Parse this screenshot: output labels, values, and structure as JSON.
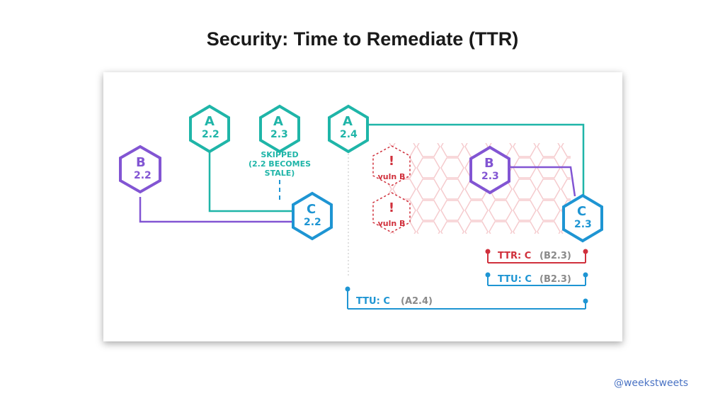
{
  "title": "Security: Time to Remediate (TTR)",
  "handle": "@weekstweets",
  "colors": {
    "teal": "#1fb5a8",
    "blue": "#1e95d3",
    "purple": "#8255d3",
    "red": "#d0303c",
    "red_faint": "#f4c5c8",
    "grey": "#666666"
  },
  "nodes": {
    "b22": {
      "letter": "B",
      "version": "2.2"
    },
    "a22": {
      "letter": "A",
      "version": "2.2"
    },
    "a23": {
      "letter": "A",
      "version": "2.3"
    },
    "a24": {
      "letter": "A",
      "version": "2.4"
    },
    "c22": {
      "letter": "C",
      "version": "2.2"
    },
    "b23": {
      "letter": "B",
      "version": "2.3"
    },
    "c23": {
      "letter": "C",
      "version": "2.3"
    }
  },
  "skipped": [
    "SKIPPED",
    "(2.2 BECOMES",
    "STALE)"
  ],
  "vuln": {
    "mark": "!",
    "label": "vuln B"
  },
  "ttr": {
    "label": "TTR: C",
    "detail": "(B2.3)"
  },
  "ttu_b": {
    "label": "TTU: C",
    "detail": "(B2.3)"
  },
  "ttu_a": {
    "label": "TTU: C",
    "detail": "(A2.4)"
  }
}
